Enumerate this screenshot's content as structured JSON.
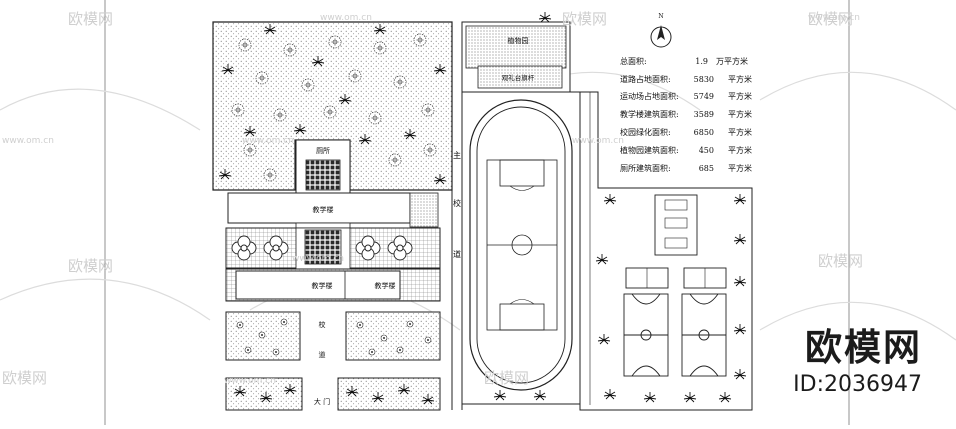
{
  "plan": {
    "labels": {
      "toilet": "厕所",
      "building_top": "教学楼",
      "building_mid_left": "教学楼",
      "building_mid_right": "教学楼",
      "road_vertical": [
        "主",
        "校",
        "道"
      ],
      "gate_road": [
        "校",
        "道"
      ],
      "gate": "大 门",
      "botanical_garden": "植物园",
      "flag_stage": "观礼台旗杆",
      "north": "N"
    },
    "stats": [
      {
        "label": "总面积:",
        "value": "1.9",
        "unit": "万平方米"
      },
      {
        "label": "道路占地面积:",
        "value": "5830",
        "unit": "平方米"
      },
      {
        "label": "运动场占地面积:",
        "value": "5749",
        "unit": "平方米"
      },
      {
        "label": "教学楼建筑面积:",
        "value": "3589",
        "unit": "平方米"
      },
      {
        "label": "校园绿化面积:",
        "value": "6850",
        "unit": "平方米"
      },
      {
        "label": "植物园建筑面积:",
        "value": "450",
        "unit": "平方米"
      },
      {
        "label": "厕所建筑面积:",
        "value": "685",
        "unit": "平方米"
      }
    ]
  },
  "watermark": {
    "brand": "欧模网",
    "url": "www.om.cn"
  },
  "brand": {
    "name": "欧模网",
    "id": "ID:2036947"
  }
}
